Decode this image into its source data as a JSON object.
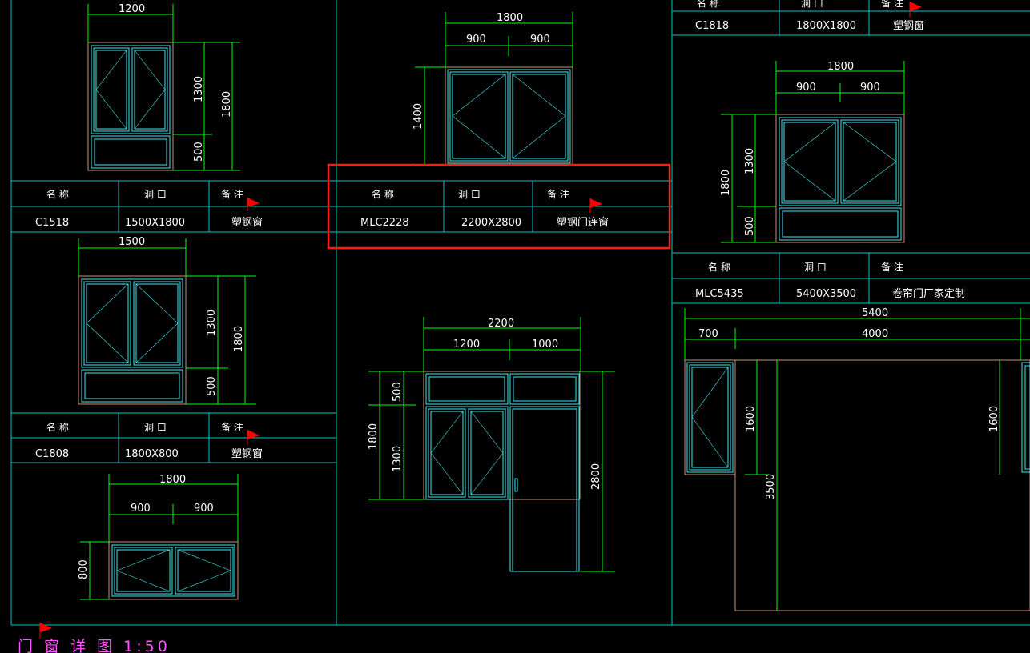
{
  "drawing": {
    "title": "门 窗 详 图   1:50",
    "colors": {
      "background": "#000000",
      "table_lines": "#00c8c8",
      "frame_cyan": "#3ee8ee",
      "dim_green": "#00ff00",
      "outline_tan": "#c89078",
      "highlight_red": "#ff1a1a",
      "marker_red": "#ff0000",
      "title_magenta": "#ff55ff",
      "text_white": "#ffffff"
    }
  },
  "table_headers": {
    "name": "名 称",
    "opening": "洞 口",
    "remark": "备 注"
  },
  "schedules": {
    "c1518": {
      "name": "C1518",
      "opening": "1500X1800",
      "remark": "塑钢窗"
    },
    "c1808": {
      "name": "C1808",
      "opening": "1800X800",
      "remark": "塑钢窗"
    },
    "mlc2228": {
      "name": "MLC2228",
      "opening": "2200X2800",
      "remark": "塑钢门连窗"
    },
    "c1818": {
      "name": "C1818",
      "opening": "1800X1800",
      "remark": "塑钢窗"
    },
    "mlc5435": {
      "name": "MLC5435",
      "opening": "5400X3500",
      "remark": "卷帘门厂家定制"
    }
  },
  "dimensions": {
    "w1": {
      "width": "1200",
      "h_upper": "1300",
      "h_lower": "500",
      "h_total": "1800"
    },
    "c1518": {
      "width": "1500",
      "h_upper": "1300",
      "h_lower": "500",
      "h_total": "1800"
    },
    "c1808": {
      "width": "1800",
      "left": "900",
      "right": "900",
      "height": "800"
    },
    "top_center": {
      "width": "1800",
      "left": "900",
      "right": "900",
      "height": "1400"
    },
    "mlc2228": {
      "width": "2200",
      "left": "1200",
      "right": "1000",
      "top": "500",
      "mid": "1300",
      "window_total": "1800",
      "door_height": "2800"
    },
    "c1818": {
      "width": "1800",
      "left": "900",
      "right": "900",
      "h_upper": "1300",
      "h_lower": "500",
      "h_total": "1800"
    },
    "mlc5435": {
      "width": "5400",
      "side": "700",
      "main": "4000",
      "window_h": "1600",
      "window_h_right": "1600",
      "height": "3500"
    }
  }
}
